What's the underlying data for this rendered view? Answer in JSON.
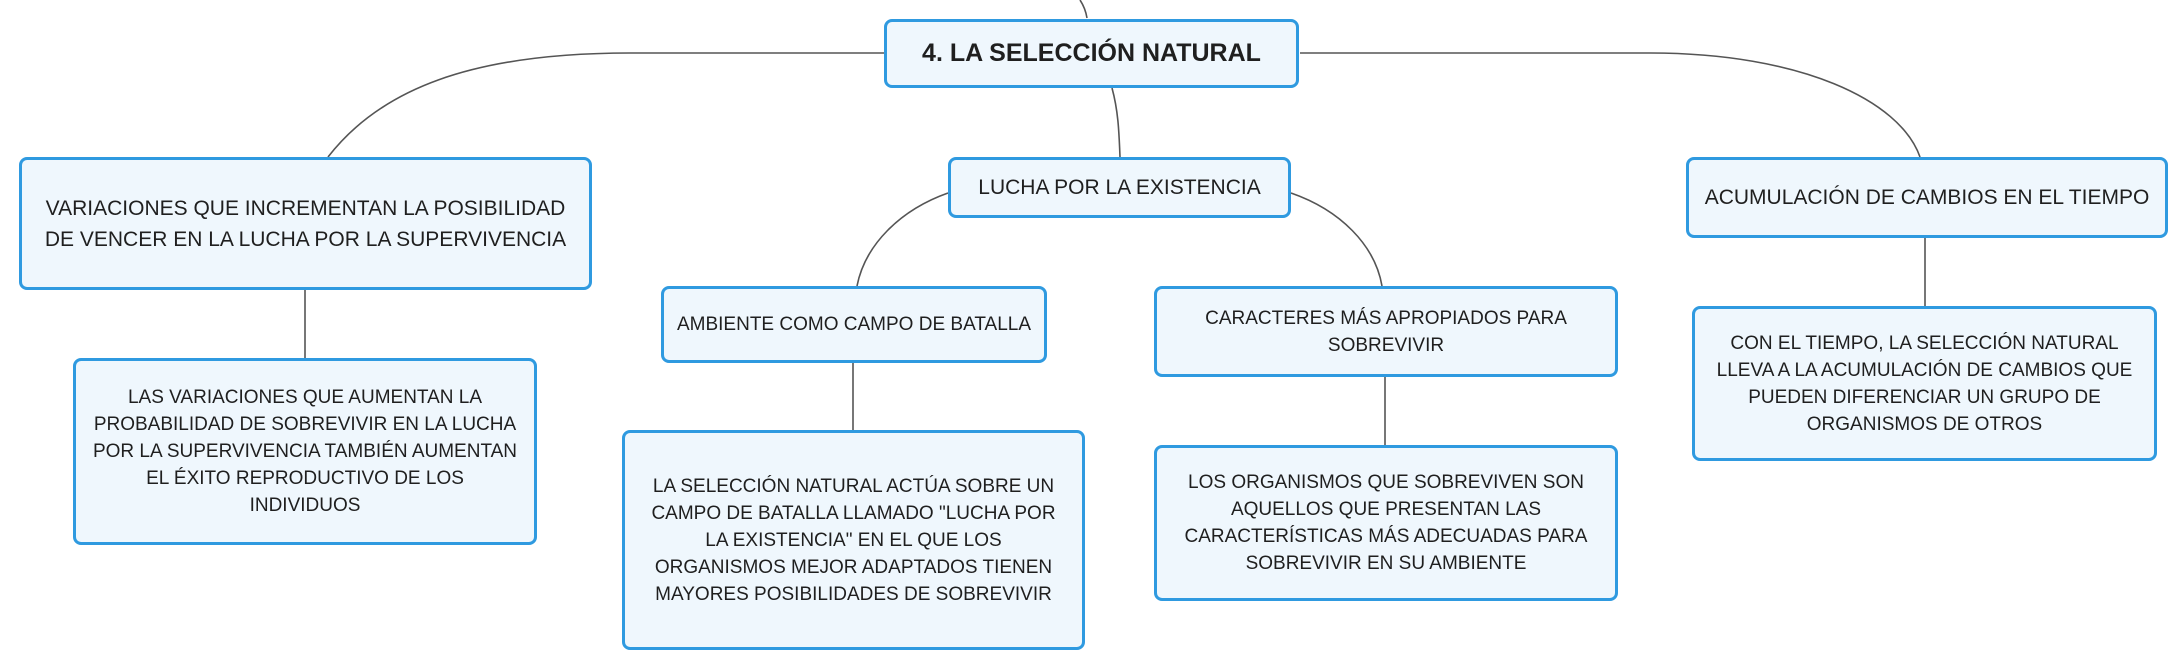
{
  "colors": {
    "border": "#2f9ae0",
    "fill": "#eff7fd",
    "connector": "#555555",
    "text": "#1f1f1f"
  },
  "central": {
    "label": "4. LA SELECCIÓN NATURAL"
  },
  "branches": {
    "variaciones": {
      "label": "VARIACIONES QUE INCREMENTAN LA POSIBILIDAD DE VENCER EN LA LUCHA POR LA SUPERVIVENCIA",
      "detail": "LAS VARIACIONES QUE AUMENTAN LA PROBABILIDAD DE SOBREVIVIR EN LA LUCHA POR LA SUPERVIVENCIA TAMBIÉN AUMENTAN EL ÉXITO REPRODUCTIVO DE LOS INDIVIDUOS"
    },
    "lucha": {
      "label": "LUCHA POR LA EXISTENCIA",
      "ambiente": {
        "label": "AMBIENTE COMO CAMPO DE BATALLA",
        "detail": "LA SELECCIÓN NATURAL ACTÚA SOBRE UN CAMPO DE BATALLA LLAMADO \"LUCHA POR LA EXISTENCIA\" EN EL QUE LOS ORGANISMOS MEJOR ADAPTADOS TIENEN MAYORES POSIBILIDADES DE SOBREVIVIR"
      },
      "caracteres": {
        "label": "CARACTERES MÁS APROPIADOS PARA SOBREVIVIR",
        "detail": "LOS ORGANISMOS QUE SOBREVIVEN SON AQUELLOS QUE PRESENTAN LAS CARACTERÍSTICAS MÁS ADECUADAS PARA SOBREVIVIR EN SU AMBIENTE"
      }
    },
    "acumulacion": {
      "label": "ACUMULACIÓN DE CAMBIOS EN EL TIEMPO",
      "detail": "CON EL TIEMPO, LA SELECCIÓN NATURAL LLEVA A LA ACUMULACIÓN DE CAMBIOS QUE PUEDEN DIFERENCIAR UN GRUPO DE ORGANISMOS DE OTROS"
    }
  }
}
